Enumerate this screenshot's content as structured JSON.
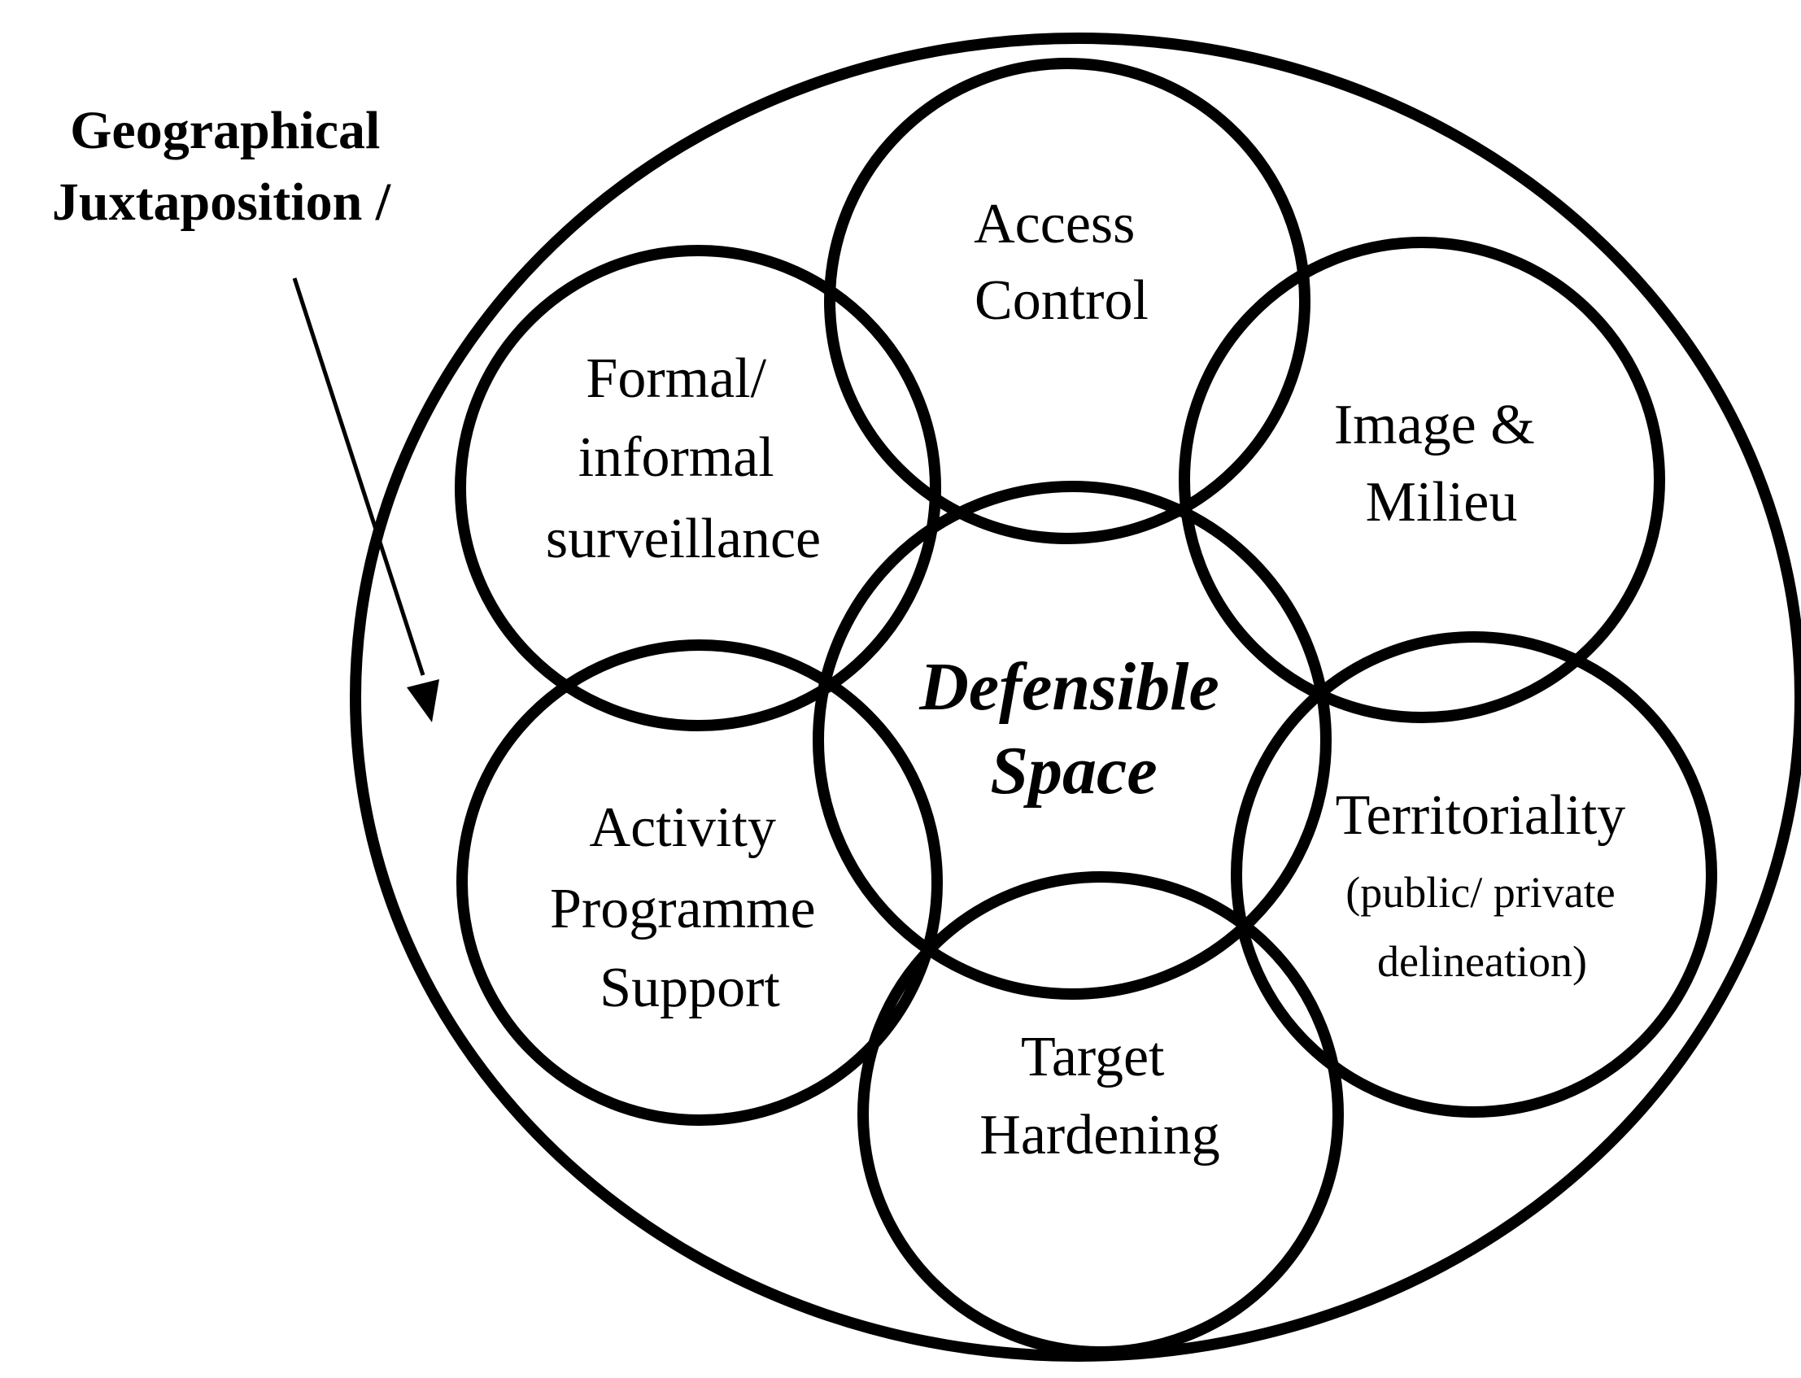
{
  "geo_label": {
    "line1": "Geographical",
    "line2": "Juxtaposition /"
  },
  "center": {
    "line1": "Defensible",
    "line2": "Space"
  },
  "circles": {
    "access_control": {
      "line1": "Access",
      "line2": "Control"
    },
    "image_milieu": {
      "line1": "Image &",
      "line2": "Milieu"
    },
    "territoriality": {
      "line1": "Territoriality",
      "line2": "(public/ private",
      "line3": "delineation)"
    },
    "target_hardening": {
      "line1": "Target",
      "line2": "Hardening"
    },
    "activity_support": {
      "line1": "Activity",
      "line2": "Programme",
      "line3": "Support"
    },
    "surveillance": {
      "line1": "Formal/",
      "line2": "informal",
      "line3": "surveillance"
    }
  }
}
